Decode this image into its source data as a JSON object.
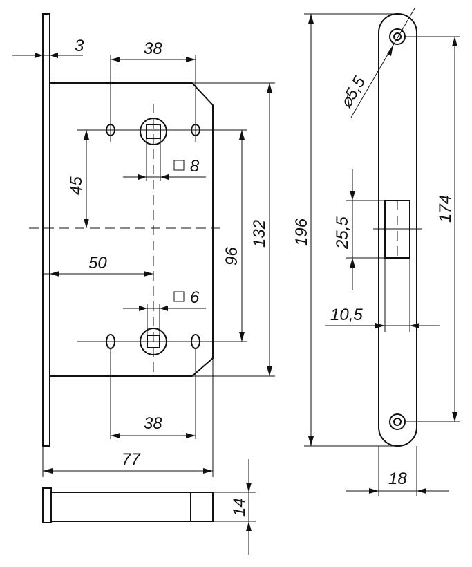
{
  "dimensions": {
    "faceplate_thickness": "3",
    "hole_spacing_top": "38",
    "handle_to_upper_holes": "45",
    "square_top": "8",
    "backset": "50",
    "square_bottom": "6",
    "center_distance": "96",
    "body_height": "132",
    "hole_spacing_bottom": "38",
    "body_depth": "77",
    "case_thickness": "14",
    "screw_hole_diameter": "5,5",
    "faceplate_height": "196",
    "strike_height": "25,5",
    "faceplate_hole_spacing": "174",
    "latch_width": "10,5",
    "faceplate_width": "18"
  },
  "symbols": {
    "diameter": "⌀",
    "square": "□"
  }
}
